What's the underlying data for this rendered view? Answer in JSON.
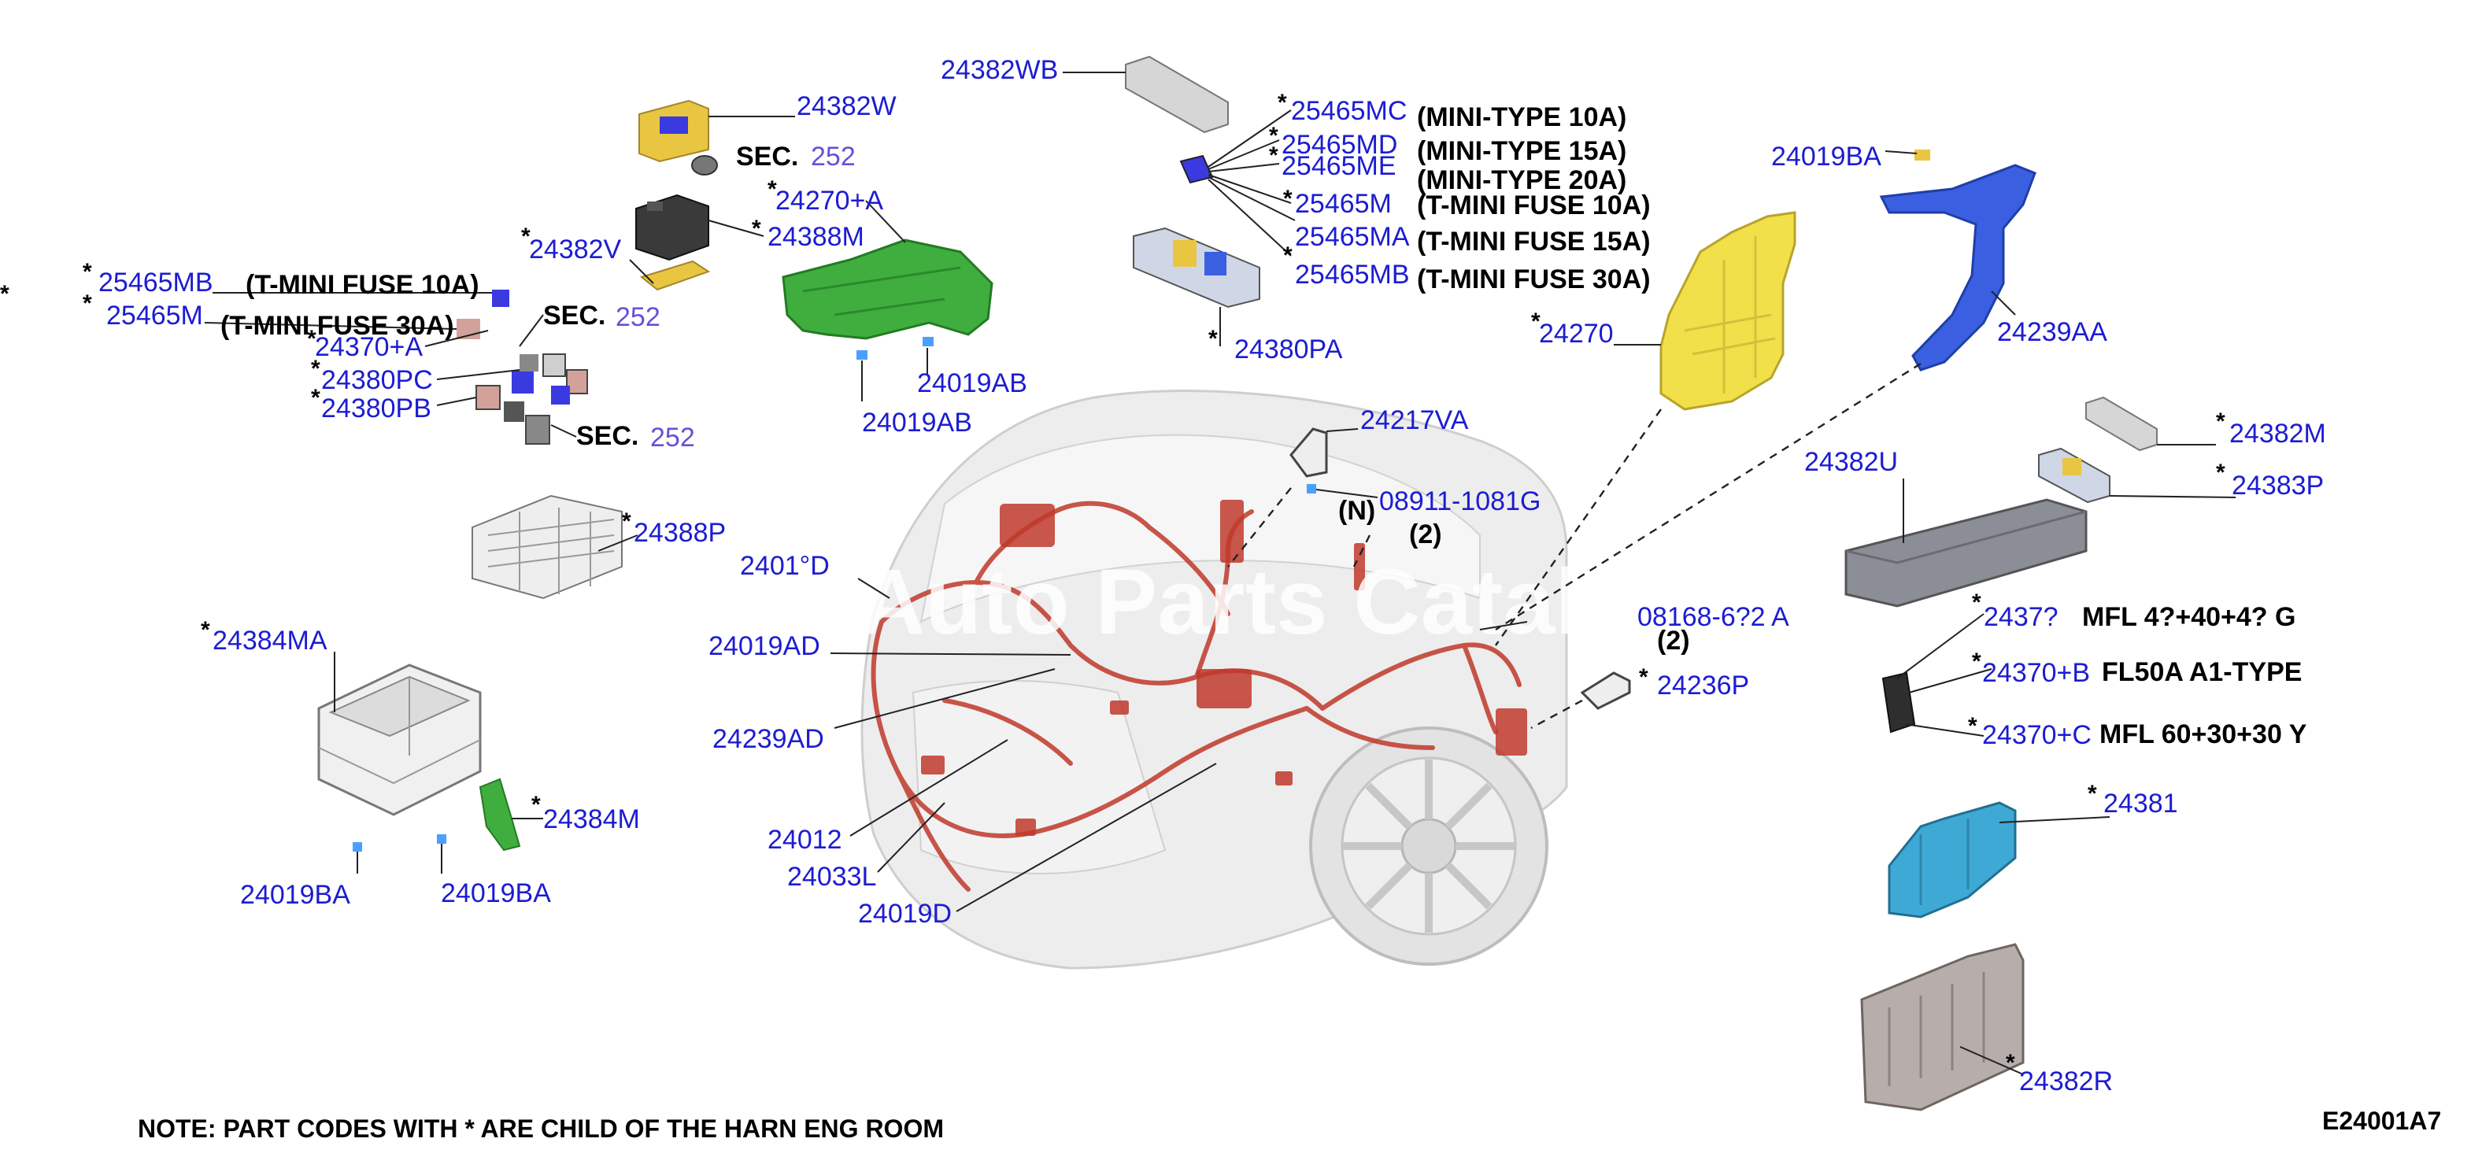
{
  "diagram": {
    "id_code": "E24001A7",
    "note": "NOTE: PART CODES WITH * ARE CHILD OF THE HARN ENG ROOM",
    "watermark": "Auto Parts Catalog",
    "asterisk": "*",
    "parts": {
      "p24382WB": "24382WB",
      "p24382W": "24382W",
      "p24270A": "24270+A",
      "p24388M": "24388M",
      "p24382V": "24382V",
      "p25465MB_l": "25465MB",
      "p25465M_l": "25465M",
      "p24370A": "24370+A",
      "p24380PC": "24380PC",
      "p24380PB": "24380PB",
      "p24019AB_a": "24019AB",
      "p24019AB_b": "24019AB",
      "p24388P": "24388P",
      "p24384MA": "24384MA",
      "p24384M": "24384M",
      "p24019BA_a": "24019BA",
      "p24019BA_b": "24019BA",
      "p24019D_top": "2401°D",
      "p24019AD": "24019AD",
      "p24239AD": "24239AD",
      "p24012": "24012",
      "p24033L": "24033L",
      "p24019D": "24019D",
      "p25465MC": "25465MC",
      "p25465MD": "25465MD",
      "p25465ME": "25465ME",
      "p25465M_r": "25465M",
      "p25465MA": "25465MA",
      "p25465MB_r": "25465MB",
      "p24380PA": "24380PA",
      "p24217VA": "24217VA",
      "p08911": "08911-1081G",
      "p08168": "08168-6?2 A",
      "p24236P": "24236P",
      "p24270": "24270",
      "p24019BA_r": "24019BA",
      "p24239AA": "24239AA",
      "p24382M": "24382M",
      "p24383P": "24383P",
      "p24382U": "24382U",
      "p24370": "2437?",
      "p24370B": "24370+B",
      "p24370C": "24370+C",
      "p24381": "24381",
      "p24382R": "24382R"
    },
    "descriptions": {
      "tmini10_l": "(T-MINI FUSE 10A)",
      "tmini30_l": "(T-MINI FUSE 30A)",
      "mini10": "(MINI-TYPE 10A)",
      "mini15": "(MINI-TYPE 15A)",
      "mini20": "(MINI-TYPE 20A)",
      "tmini10_r": "(T-MINI FUSE 10A)",
      "tmini15_r": "(T-MINI FUSE 15A)",
      "tmini30_r": "(T-MINI FUSE 30A)",
      "mfl40": "MFL 4?+40+4? G",
      "fl50": "FL50A A1-TYPE",
      "mfl60": "MFL 60+30+30 Y",
      "n_mark": "(N)",
      "qty2_a": "(2)",
      "qty2_b": "(2)"
    },
    "sections": {
      "sec_label": "SEC.",
      "sec_num": "252"
    },
    "colors": {
      "code_blue": "#1c1cd2",
      "sec_purple": "#6a4fd8",
      "harness_red": "#c0392b",
      "relay_yellow": "#e8c642",
      "bracket_green": "#3fae3f",
      "fuse_box_yellow": "#f2e04a",
      "bracket_blue": "#3a5fe0",
      "cover_cyan": "#3fa9d6"
    }
  }
}
